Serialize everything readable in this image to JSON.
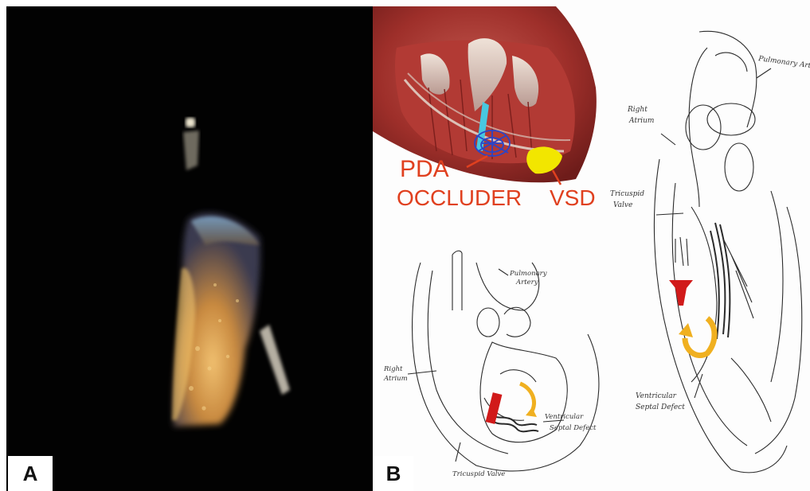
{
  "panels": {
    "a": {
      "letter": "A"
    },
    "b": {
      "letter": "B"
    }
  },
  "illustration": {
    "label_line1": "PDA",
    "label_line2": "OCCLUDER",
    "label_line3": "VSD",
    "label_color": "#e0401f"
  },
  "sketch_small": {
    "pulmonary_artery": [
      "Pulmonary",
      "Artery"
    ],
    "right_atrium": [
      "Right",
      "Atrium"
    ],
    "vsd": [
      "Ventricular",
      "Septal Defect"
    ],
    "tricuspid": "Tricuspid Valve"
  },
  "sketch_large": {
    "pulmonary_artery": "Pulmonary Artery",
    "right_atrium": [
      "Right",
      "Atrium"
    ],
    "tricuspid": [
      "Tricuspid",
      "Valve"
    ],
    "vsd": [
      "Ventricular",
      "Septal Defect"
    ]
  },
  "colors": {
    "occluder_red": "#d11a1a",
    "flow_arrow": "#f0b020",
    "vsd_yellow": "#f2e600",
    "device_blue": "#2a45c8",
    "echo_tissue": "#d9a35a"
  }
}
